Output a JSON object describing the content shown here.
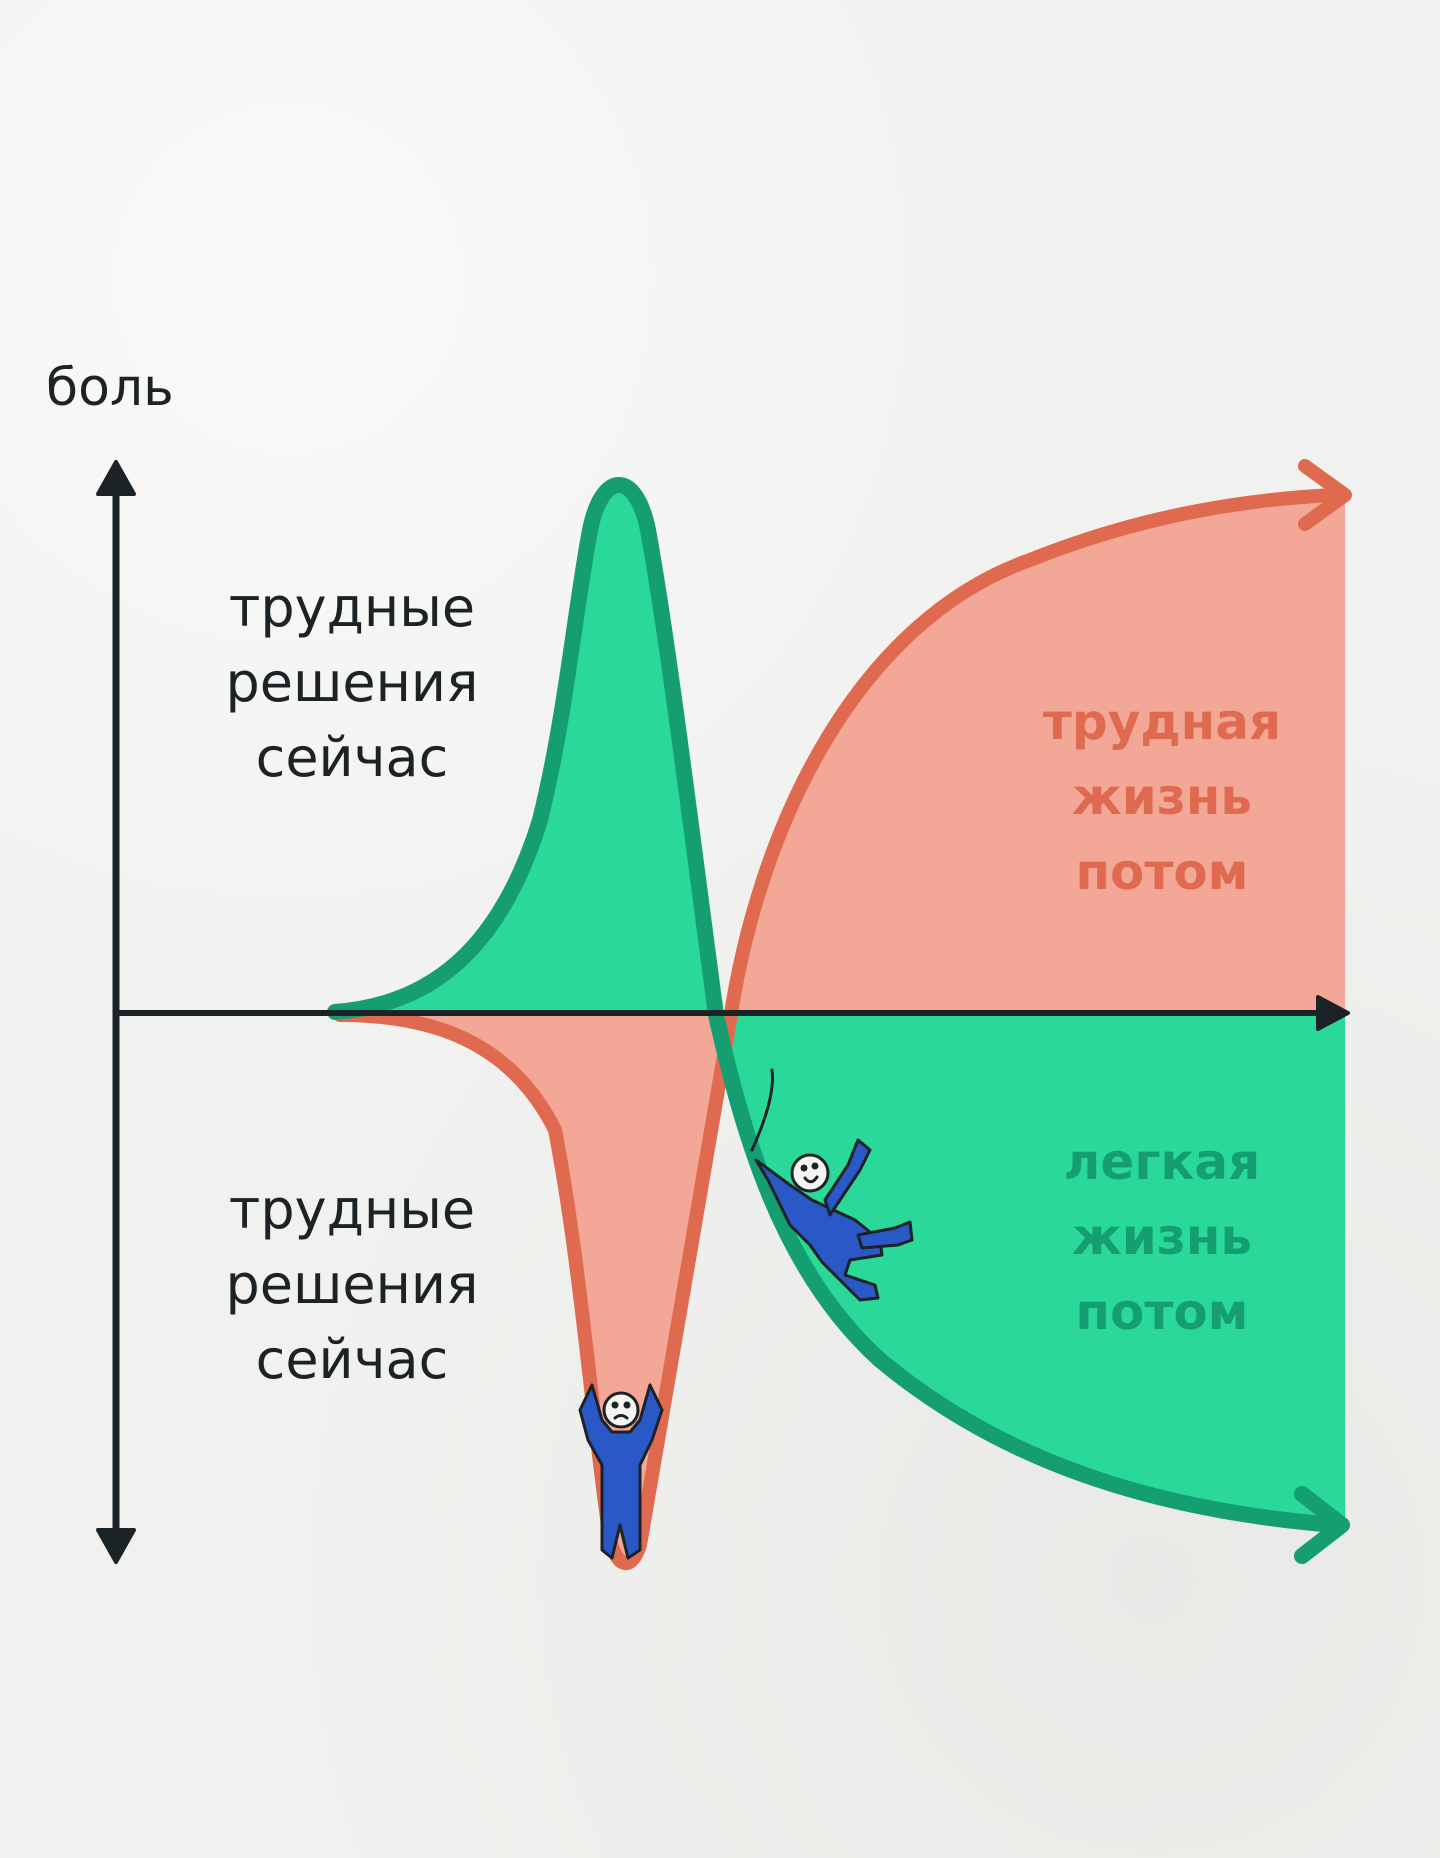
{
  "axis": {
    "y_label": "боль"
  },
  "labels": {
    "top_left": [
      "трудные",
      "решения",
      "сейчас"
    ],
    "bottom_left": [
      "трудные",
      "решения",
      "сейчас"
    ],
    "top_right": [
      "трудная",
      "жизнь",
      "потом"
    ],
    "bottom_right": [
      "легкая",
      "жизнь",
      "потом"
    ]
  },
  "colors": {
    "green": "#2ad89a",
    "green_dark": "#169e73",
    "red": "#f3a897",
    "red_dark": "#e06a4f",
    "axis": "#1c2326",
    "figure": "#2a58c6"
  },
  "icons": [
    "person-icon-falling",
    "person-icon-standing"
  ]
}
